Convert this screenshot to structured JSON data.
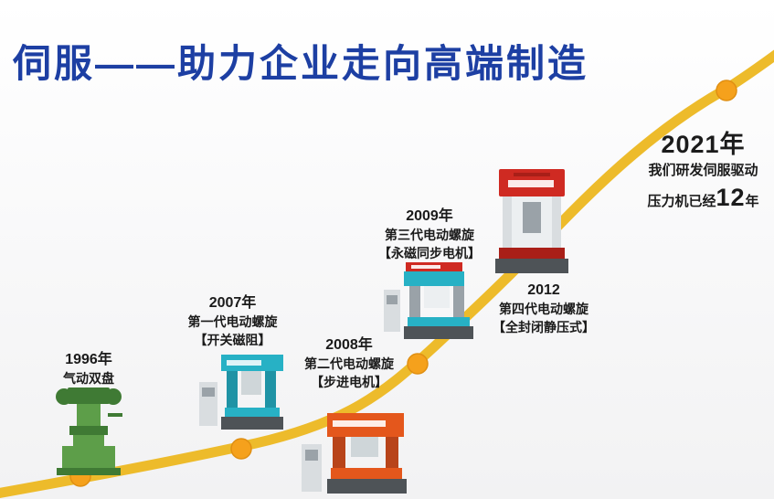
{
  "title": "伺服——助力企业走向高端制造",
  "colors": {
    "title": "#1d3fa3",
    "curve": "#edbb2b",
    "dot": "#f5a11c",
    "text": "#1b1b1b",
    "green": "#5d9e49",
    "green_dark": "#3f7a34",
    "teal": "#27b1c5",
    "teal_dark": "#1f93a5",
    "orange": "#e4571c",
    "orange_dark": "#b8441a",
    "red": "#cf2a22",
    "red_dark": "#a91f18",
    "gray_light": "#d9dde0",
    "gray": "#9aa2a8",
    "gray_dark": "#4e5357"
  },
  "milestones": [
    {
      "year": "1996年",
      "line1": "气动双盘"
    },
    {
      "year": "2007年",
      "line1": "第一代电动螺旋",
      "line2": "【开关磁阻】"
    },
    {
      "year": "2008年",
      "line1": "第二代电动螺旋",
      "line2": "【步进电机】"
    },
    {
      "year": "2009年",
      "line1": "第三代电动螺旋",
      "line2": "【永磁同步电机】"
    },
    {
      "year": "2012",
      "line1": "第四代电动螺旋",
      "line2": "【全封闭静压式】"
    },
    {
      "year": "2021年",
      "line1": "我们研发伺服驱动",
      "line2_prefix": "压力机已经",
      "line2_number": "12",
      "line2_suffix": "年"
    }
  ]
}
